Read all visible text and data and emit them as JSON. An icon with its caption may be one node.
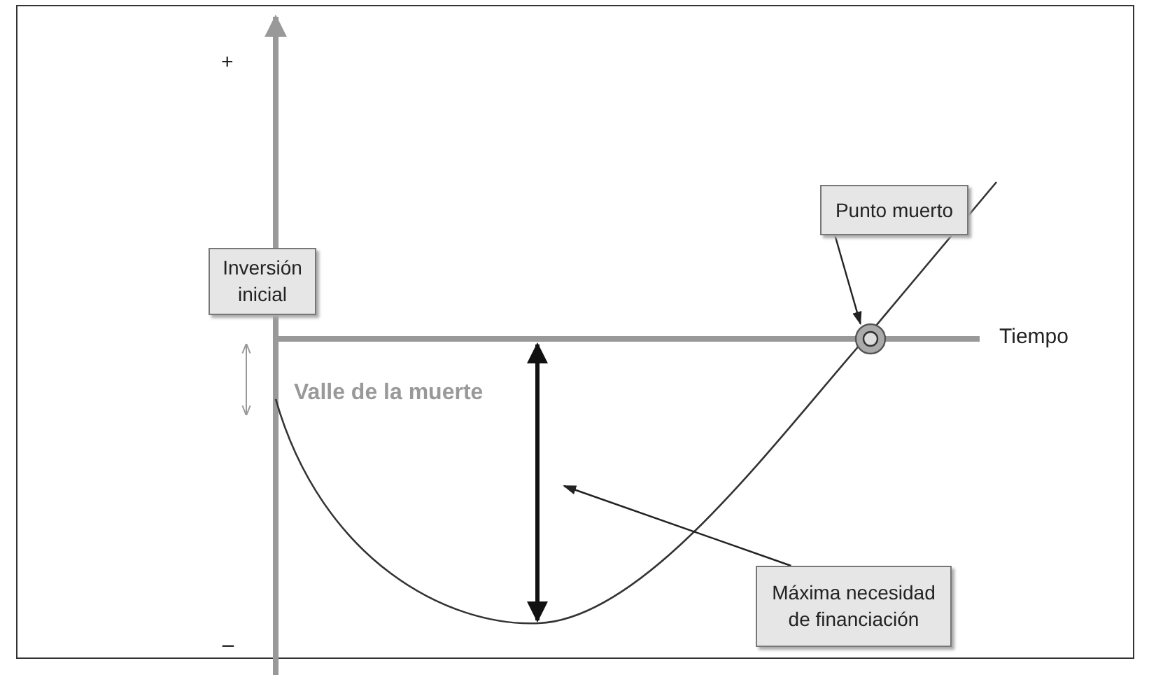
{
  "diagram": {
    "nodes": [
      {
        "text": [
          "Punto muerto"
        ]
      },
      {
        "text": [],
        "shape": "circle"
      },
      {
        "text": [
          "Inversión inicial"
        ]
      },
      {
        "text": [
          "Máxima necesidad de financiación"
        ]
      }
    ],
    "edges": [
      {
        "from": 0,
        "to": 1,
        "arrow": "to"
      },
      {
        "from": 3,
        "to": null,
        "arrow": "to"
      }
    ],
    "labels": [
      "+",
      "Tiempo",
      "Valle de la muerte",
      "−"
    ]
  }
}
